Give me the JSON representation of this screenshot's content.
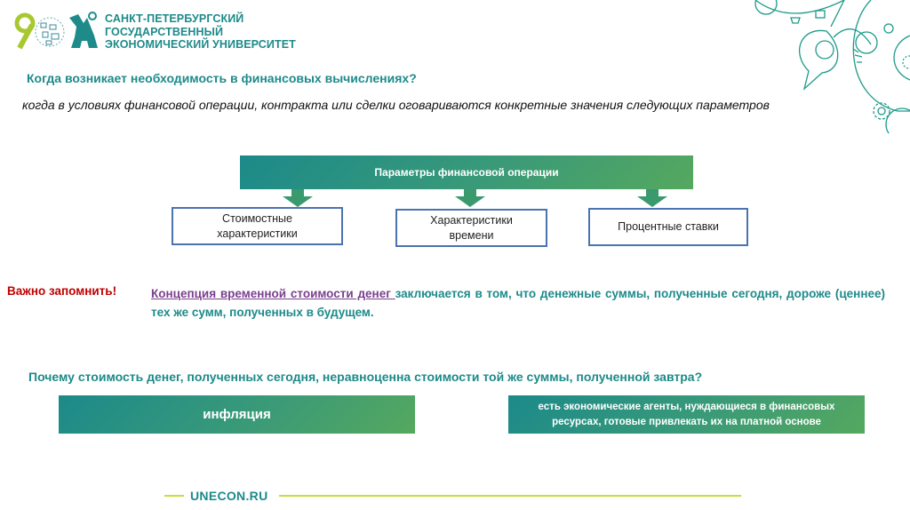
{
  "header": {
    "logo_number": "90",
    "university_lines": [
      "САНКТ-ПЕТЕРБУРГСКИЙ",
      "ГОСУДАРСТВЕННЫЙ",
      "ЭКОНОМИЧЕСКИЙ УНИВЕРСИТЕТ"
    ]
  },
  "question1": "Когда возникает необходимость в финансовых вычислениях?",
  "answer1": "когда в условиях финансовой операции, контракта или сделки оговариваются конкретные значения следующих параметров",
  "diagram": {
    "header": "Параметры финансовой операции",
    "boxes": [
      "Стоимостные характеристики",
      "Характеристики времени",
      "Процентные ставки"
    ]
  },
  "important": {
    "label": "Важно запомнить!",
    "term": "Концепция временной стоимости денег ",
    "text": "заключается в том, что денежные суммы, полученные сегодня, дороже (ценнее) тех же сумм, полученных в будущем."
  },
  "question2": "Почему стоимость денег, полученных сегодня, неравноценна стоимости той же суммы, полученной завтра?",
  "answers2": [
    "инфляция",
    "есть экономические агенты, нуждающиеся в финансовых ресурсах, готовые привлекать их на платной основе"
  ],
  "footer": {
    "site": "UNECON.RU"
  },
  "colors": {
    "teal": "#1e8a8a",
    "green": "#55a85e",
    "red": "#c00000",
    "purple": "#7a3f8f",
    "lime": "#c8dc3c",
    "box_border": "#4a73b0"
  }
}
